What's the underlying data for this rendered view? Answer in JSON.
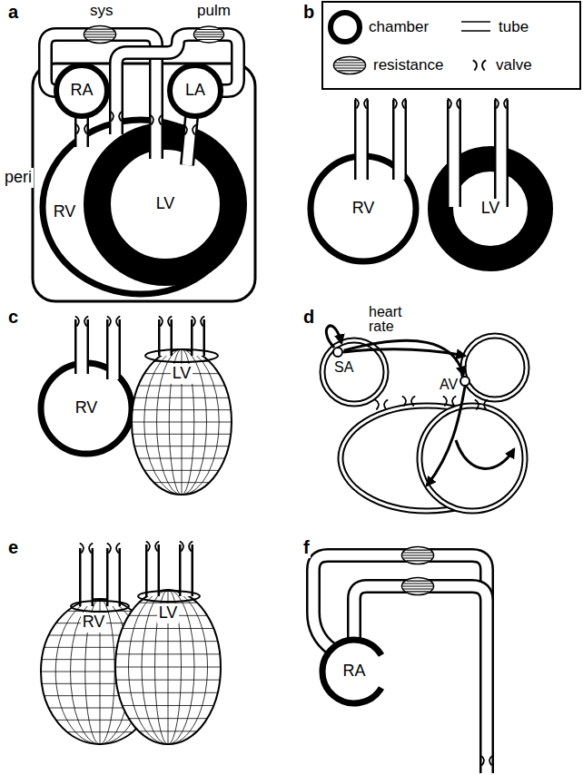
{
  "diagram": {
    "nodes": [
      {
        "text": [
          "peri"
        ]
      },
      {
        "text": [
          "RA"
        ],
        "in": 0
      },
      {
        "text": [
          "LA"
        ],
        "in": 0
      },
      {
        "text": [
          "RV"
        ],
        "in": 0
      },
      {
        "text": [
          "LV"
        ],
        "in": 0
      },
      {
        "text": [
          "RV"
        ]
      },
      {
        "text": [
          "LV"
        ]
      },
      {
        "text": [
          "RV"
        ]
      },
      {
        "text": [
          "LV"
        ]
      },
      {
        "text": [
          "SA"
        ]
      },
      {
        "text": [
          "AV"
        ]
      },
      {
        "text": [
          "RV"
        ]
      },
      {
        "text": [
          "LV"
        ]
      },
      {
        "text": [
          "RA"
        ]
      }
    ],
    "edges": [
      {
        "from": 9,
        "to": 10,
        "arrow": "to"
      }
    ],
    "labels": [
      "a",
      "sys",
      "pulm",
      "b",
      "c",
      "d",
      "heart rate",
      "e",
      "f"
    ],
    "legend": [
      {
        "text": "chamber"
      },
      {
        "text": "tube"
      },
      {
        "text": "resistance"
      },
      {
        "text": "valve"
      }
    ]
  }
}
